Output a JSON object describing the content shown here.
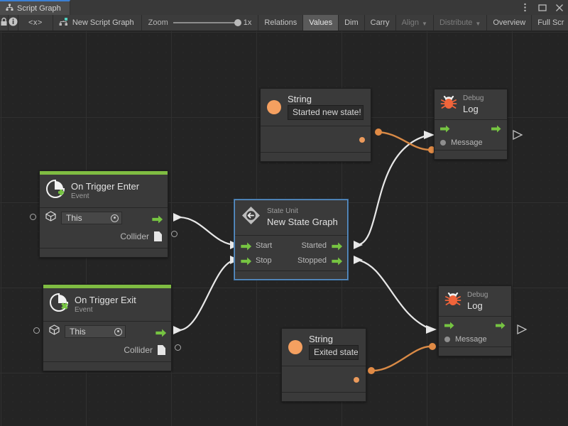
{
  "window": {
    "tab_title": "Script Graph",
    "tab_icon": "graph-icon",
    "controls": [
      {
        "name": "more-options-icon",
        "glyph": "⋮"
      },
      {
        "name": "maximize-icon",
        "glyph": "❐"
      },
      {
        "name": "close-icon",
        "glyph": "✕"
      }
    ]
  },
  "toolbar": {
    "lock_icon": "lock-icon",
    "info_icon": "info-icon",
    "code_icon": "<x>",
    "graph_name": "New Script Graph",
    "graph_name_icon": "script-graph-icon",
    "zoom_label": "Zoom",
    "zoom_value": "1x",
    "buttons": [
      {
        "label": "Relations",
        "state": "normal"
      },
      {
        "label": "Values",
        "state": "active"
      },
      {
        "label": "Dim",
        "state": "normal"
      },
      {
        "label": "Carry",
        "state": "normal"
      },
      {
        "label": "Align",
        "state": "dimmed",
        "caret": true
      },
      {
        "label": "Distribute",
        "state": "dimmed",
        "caret": true
      },
      {
        "label": "Overview",
        "state": "normal"
      },
      {
        "label": "Full Scr",
        "state": "normal"
      }
    ]
  },
  "colors": {
    "event_accent": "#7FBC42",
    "flow_arrow": "#76C442",
    "string_value": "#F5A060",
    "selection": "#5C92C9",
    "canvas_bg": "#242424",
    "node_bg": "#3A3A3A"
  },
  "nodes": {
    "string_top": {
      "title": "String",
      "value": "Started new state!",
      "icon": "string-value-icon"
    },
    "debug_log_top": {
      "subtitle": "Debug",
      "title": "Log",
      "icon": "bug-icon",
      "message_label": "Message"
    },
    "on_trigger_enter": {
      "title": "On Trigger Enter",
      "subtitle": "Event",
      "icon": "trigger-enter-icon",
      "target_value": "This",
      "collider_label": "Collider"
    },
    "on_trigger_exit": {
      "title": "On Trigger Exit",
      "subtitle": "Event",
      "icon": "trigger-exit-icon",
      "target_value": "This",
      "collider_label": "Collider"
    },
    "state_unit": {
      "subtitle": "State Unit",
      "title": "New State Graph",
      "icon": "state-unit-icon",
      "selected": true,
      "inputs": [
        "Start",
        "Stop"
      ],
      "outputs": [
        "Started",
        "Stopped"
      ]
    },
    "string_bottom": {
      "title": "String",
      "value": "Exited state",
      "icon": "string-value-icon"
    },
    "debug_log_bottom": {
      "subtitle": "Debug",
      "title": "Log",
      "icon": "bug-icon",
      "message_label": "Message"
    }
  }
}
